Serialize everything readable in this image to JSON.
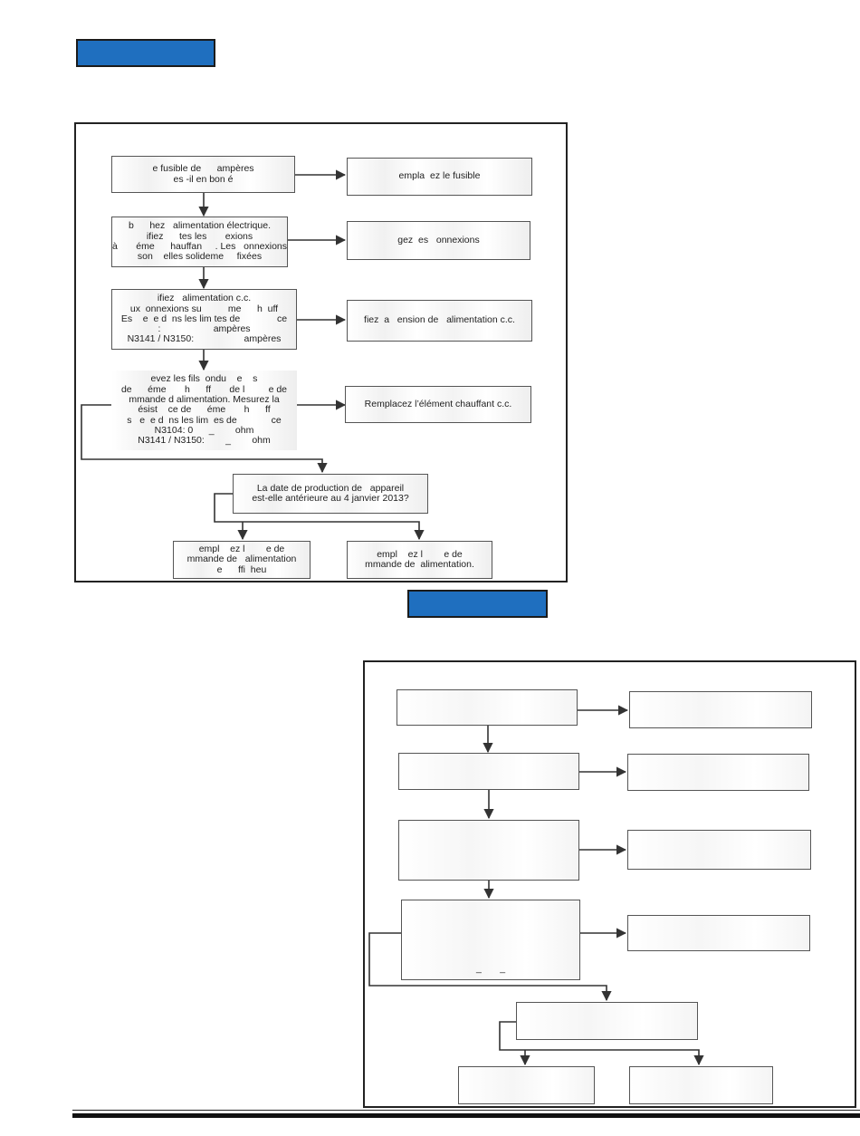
{
  "top_chart": {
    "q1": [
      "e fusible de      ampères",
      "es -il en bon é"
    ],
    "a1": [
      "empla  ez le fusible"
    ],
    "q2": [
      "b      hez   alimentation électrique.",
      "ifiez      tes les       exions",
      "à       éme      hauffan     . Les   onnexions",
      "son    elles solideme     fixées"
    ],
    "a2": [
      "gez  es   onnexions"
    ],
    "q3": [
      "ifiez   alimentation c.c.",
      "ux  onnexions su          me      h  uff",
      "Es    e  e d  ns les lim tes de              ce",
      ":                    ampères",
      "N3141 / N3150:                   ampères"
    ],
    "a3": [
      "fiez  a   ension de   alimentation c.c."
    ],
    "q4": [
      "evez les fils  ondu    e    s",
      "de      éme       h      ff       de l         e de",
      "mmande d alimentation. Mesurez la",
      "ésist    ce de      éme       h      ff",
      "s   e  e d  ns les lim  es de             ce",
      "N3104: 0      _        ohm",
      "N3141 / N3150:        _        ohm"
    ],
    "a4": [
      "Remplacez l’élément chauffant c.c."
    ],
    "q5": [
      "La date de production de   appareil",
      "est-elle antérieure au 4 janvier 2013?"
    ],
    "a5_left": [
      "empl    ez l        e de",
      "mmande de   alimentation",
      "e      ffi  heu"
    ],
    "a5_right": [
      "empl    ez l        e de",
      "mmande de  alimentation."
    ]
  },
  "bottom_chart": {
    "q4_fragment": [
      "_       _"
    ]
  },
  "colors": {
    "tab_blue": "#1f6fbf",
    "border": "#222222",
    "box_border": "#555555"
  }
}
